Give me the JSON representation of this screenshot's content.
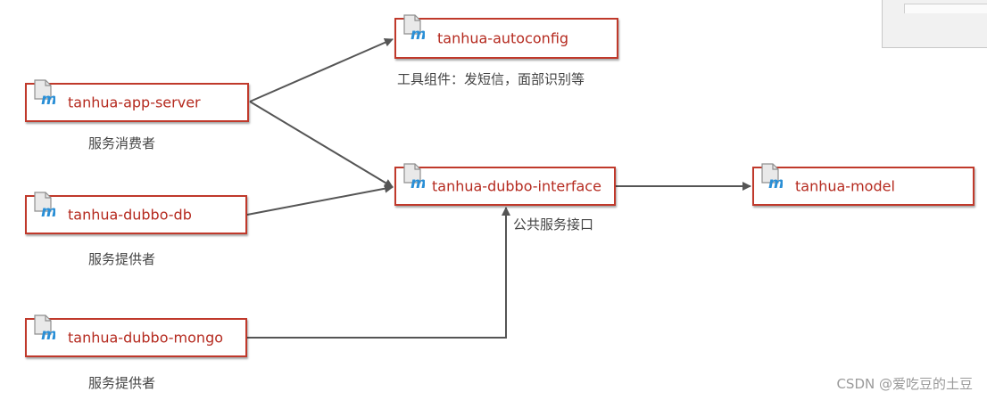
{
  "nodes": {
    "app_server": {
      "label": "tanhua-app-server",
      "icon": "maven-module-icon"
    },
    "dubbo_db": {
      "label": "tanhua-dubbo-db",
      "icon": "maven-module-icon"
    },
    "dubbo_mongo": {
      "label": "tanhua-dubbo-mongo",
      "icon": "maven-module-icon"
    },
    "autoconfig": {
      "label": "tanhua-autoconfig",
      "icon": "maven-module-icon"
    },
    "dubbo_interface": {
      "label": "tanhua-dubbo-interface",
      "icon": "maven-module-icon"
    },
    "model": {
      "label": "tanhua-model",
      "icon": "maven-module-icon"
    }
  },
  "captions": {
    "app_server": "服务消费者",
    "dubbo_db": "服务提供者",
    "dubbo_mongo": "服务提供者",
    "autoconfig": "工具组件：发短信，面部识别等",
    "dubbo_interface": "公共服务接口"
  },
  "edges": [
    {
      "from": "tanhua-app-server",
      "to": "tanhua-autoconfig"
    },
    {
      "from": "tanhua-app-server",
      "to": "tanhua-dubbo-interface"
    },
    {
      "from": "tanhua-dubbo-db",
      "to": "tanhua-dubbo-interface"
    },
    {
      "from": "tanhua-dubbo-mongo",
      "to": "tanhua-dubbo-interface"
    },
    {
      "from": "tanhua-dubbo-interface",
      "to": "tanhua-model"
    }
  ],
  "watermark": "CSDN @爱吃豆的土豆",
  "colors": {
    "node_border": "#c0392b",
    "node_text": "#b52a1f",
    "caption_text": "#444444",
    "arrow": "#555555",
    "icon_blue": "#2a8fd6",
    "icon_gray": "#8f8f8f"
  }
}
